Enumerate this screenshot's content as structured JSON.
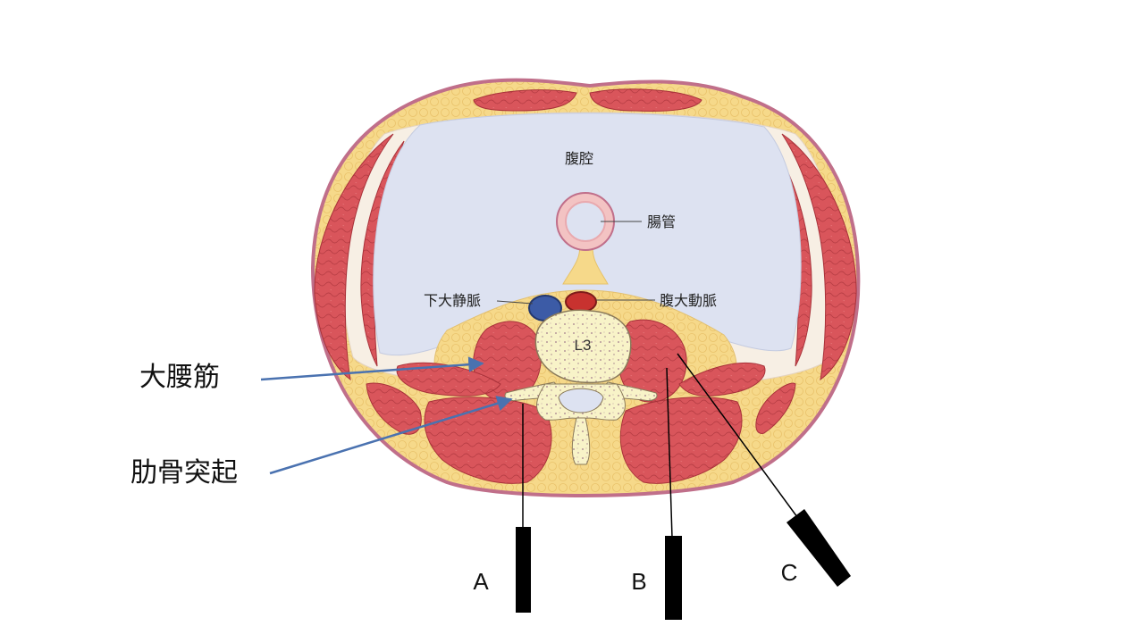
{
  "labels": {
    "abdominal_cavity": "腹腔",
    "intestine": "腸管",
    "ivc": "下大静脈",
    "aorta": "腹大動脈",
    "vertebra": "L3",
    "psoas": "大腰筋",
    "transverse_process": "肋骨突起",
    "needle_a": "A",
    "needle_b": "B",
    "needle_c": "C"
  },
  "colors": {
    "skin": "#c06f8a",
    "fat": "#f6d98a",
    "muscle": "#d9555b",
    "fascia": "#f7efe4",
    "cavity": "#dde2f1",
    "bone": "#f8f3c8",
    "ivc": "#3c5ba6",
    "aorta": "#c8322f",
    "arrow": "#4a72b0",
    "needle": "#000000"
  },
  "icons": {
    "psoas_pointer": "arrow-icon",
    "transverse_pointer": "arrow-icon"
  }
}
